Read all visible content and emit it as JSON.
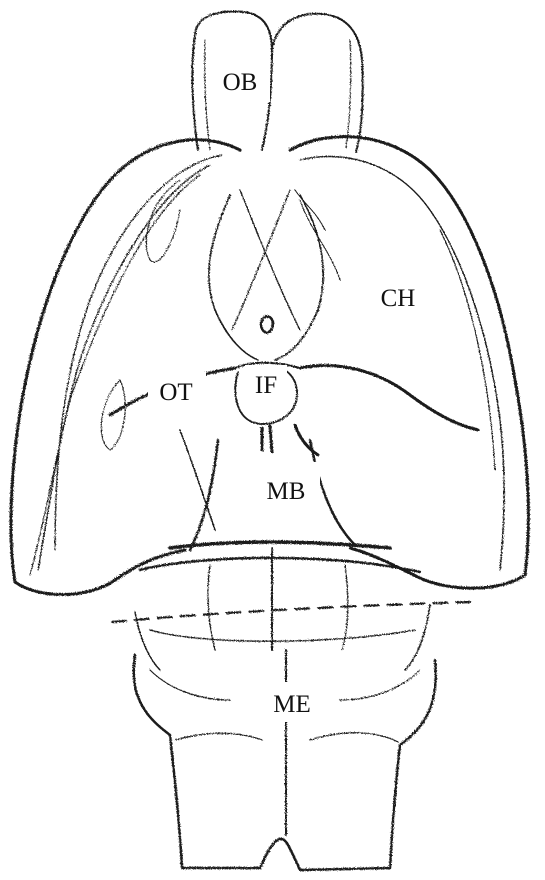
{
  "colors": {
    "ink": "#1a1a1a",
    "paper": "#ffffff"
  },
  "labels": {
    "olfactory_bulb": "OB",
    "cerebral_hemisphere": "CH",
    "optic_tract": "OT",
    "infundibulum": "IF",
    "midbrain": "MB",
    "medulla": "ME"
  }
}
